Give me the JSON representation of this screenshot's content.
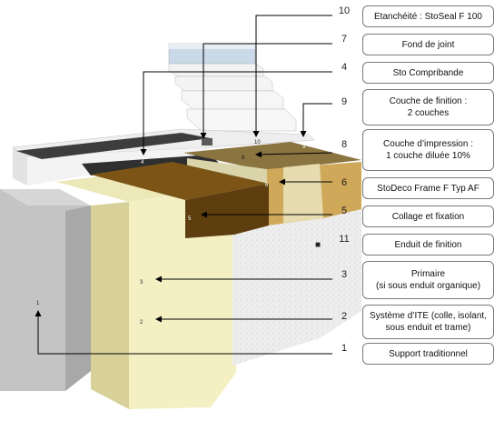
{
  "callouts": [
    {
      "num": "10",
      "lines": [
        "Etanchéité : StoSeal F 100"
      ]
    },
    {
      "num": "7",
      "lines": [
        "Fond de joint"
      ]
    },
    {
      "num": "4",
      "lines": [
        "Sto Compribande"
      ]
    },
    {
      "num": "9",
      "lines": [
        "Couche de finition :",
        "2 couches"
      ]
    },
    {
      "num": "8",
      "lines": [
        "Couche d’impression :",
        "1 couche diluée 10%"
      ]
    },
    {
      "num": "6",
      "lines": [
        "StoDeco Frame F Typ AF"
      ]
    },
    {
      "num": "5",
      "lines": [
        "Collage et fixation"
      ]
    },
    {
      "num": "11",
      "lines": [
        "Enduit de finition"
      ]
    },
    {
      "num": "3",
      "lines": [
        "Primaire",
        "(si sous enduit organique)"
      ]
    },
    {
      "num": "2",
      "lines": [
        "Système d’ITE (colle, isolant,",
        "sous enduit et trame)"
      ]
    },
    {
      "num": "1",
      "lines": [
        "Support traditionnel"
      ]
    }
  ],
  "diagram_labels": {
    "n1": "1",
    "n2": "2",
    "n3": "3",
    "n4": "4",
    "n5": "5",
    "n6": "6",
    "n7": "7",
    "n8": "8",
    "n9": "9",
    "n10": "10"
  },
  "colors": {
    "insulation": "#f1eec0",
    "insulation_side": "#d9d3a0",
    "support": "#c8c8c8",
    "support_dark": "#a9a9a9",
    "render": "#ececec",
    "profile_front": "#5a3d12",
    "profile_top": "#7a5418",
    "sill": "#e6e6e6",
    "seal_strip": "#3d3d3d",
    "glass": "#c8d8e8"
  }
}
